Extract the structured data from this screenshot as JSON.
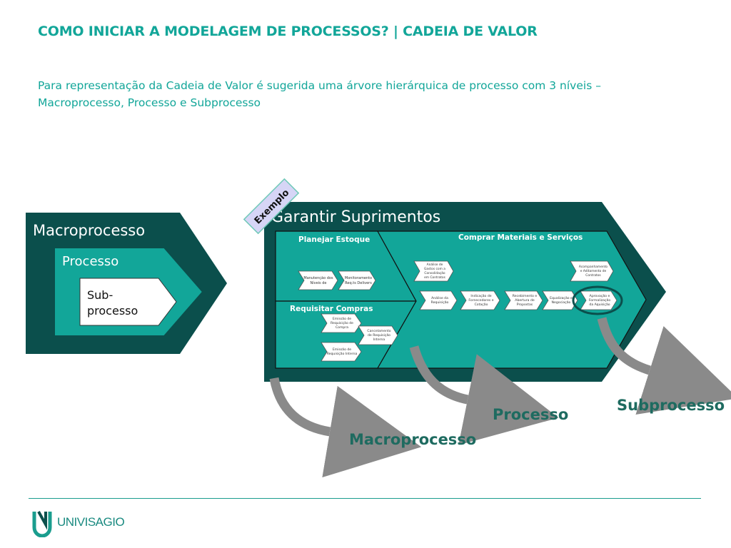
{
  "header": {
    "title": "COMO INICIAR A MODELAGEM DE PROCESSOS? | CADEIA DE VALOR",
    "subtitle": "Para representação da Cadeia de Valor é sugerida uma árvore hierárquica de processo com 3 níveis – Macroprocesso, Processo e Subprocesso"
  },
  "legend": {
    "macro": "Macroprocesso",
    "process": "Processo",
    "sub_line1": "Sub-",
    "sub_line2": "processo"
  },
  "example": {
    "tag": "Exemplo",
    "macro_title": "Garantir Suprimentos",
    "planejar": {
      "title": "Planejar Estoque",
      "items": [
        [
          "Manutenção dos",
          "Níveis de"
        ],
        [
          "Monitoramento",
          "Req.ts Delivers"
        ]
      ]
    },
    "requisitar": {
      "title": "Requisitar Compras",
      "items": [
        [
          "Emissão de",
          "Requisição de",
          "Compra"
        ],
        [
          "Cancelamento",
          "de Requisição",
          "Interna"
        ],
        [
          "Emissão de",
          "Requisição Interna"
        ]
      ]
    },
    "comprar": {
      "title": "Comprar Materiais e Serviços",
      "top_items": [
        [
          "Análise de",
          "Gastos com a",
          "Consolidação",
          "em Contratos"
        ],
        [
          "Acompanhamento",
          "e Aditamento de",
          "Contratos"
        ]
      ],
      "row_items": [
        [
          "Análise da",
          "Requisição"
        ],
        [
          "Indicação de",
          "Fornecedores e",
          "Cotação"
        ],
        [
          "Recebimento e",
          "Abertura de",
          "Propostas"
        ],
        [
          "Equalização e",
          "Negociação"
        ],
        [
          "Aprovação e",
          "Formalização",
          "da Aquisição"
        ]
      ]
    }
  },
  "callouts": {
    "macro": "Macroprocesso",
    "process": "Processo",
    "sub": "Subprocesso"
  },
  "footer": {
    "brand": "UNIVISAGIO"
  },
  "colors": {
    "title": "#12a699",
    "dark_teal": "#0b4f4c",
    "teal": "#12a699",
    "accent_label": "#1e6b60",
    "arrow_gray": "#8a8a8a",
    "exemplo_bg": "#d6d5f6"
  }
}
